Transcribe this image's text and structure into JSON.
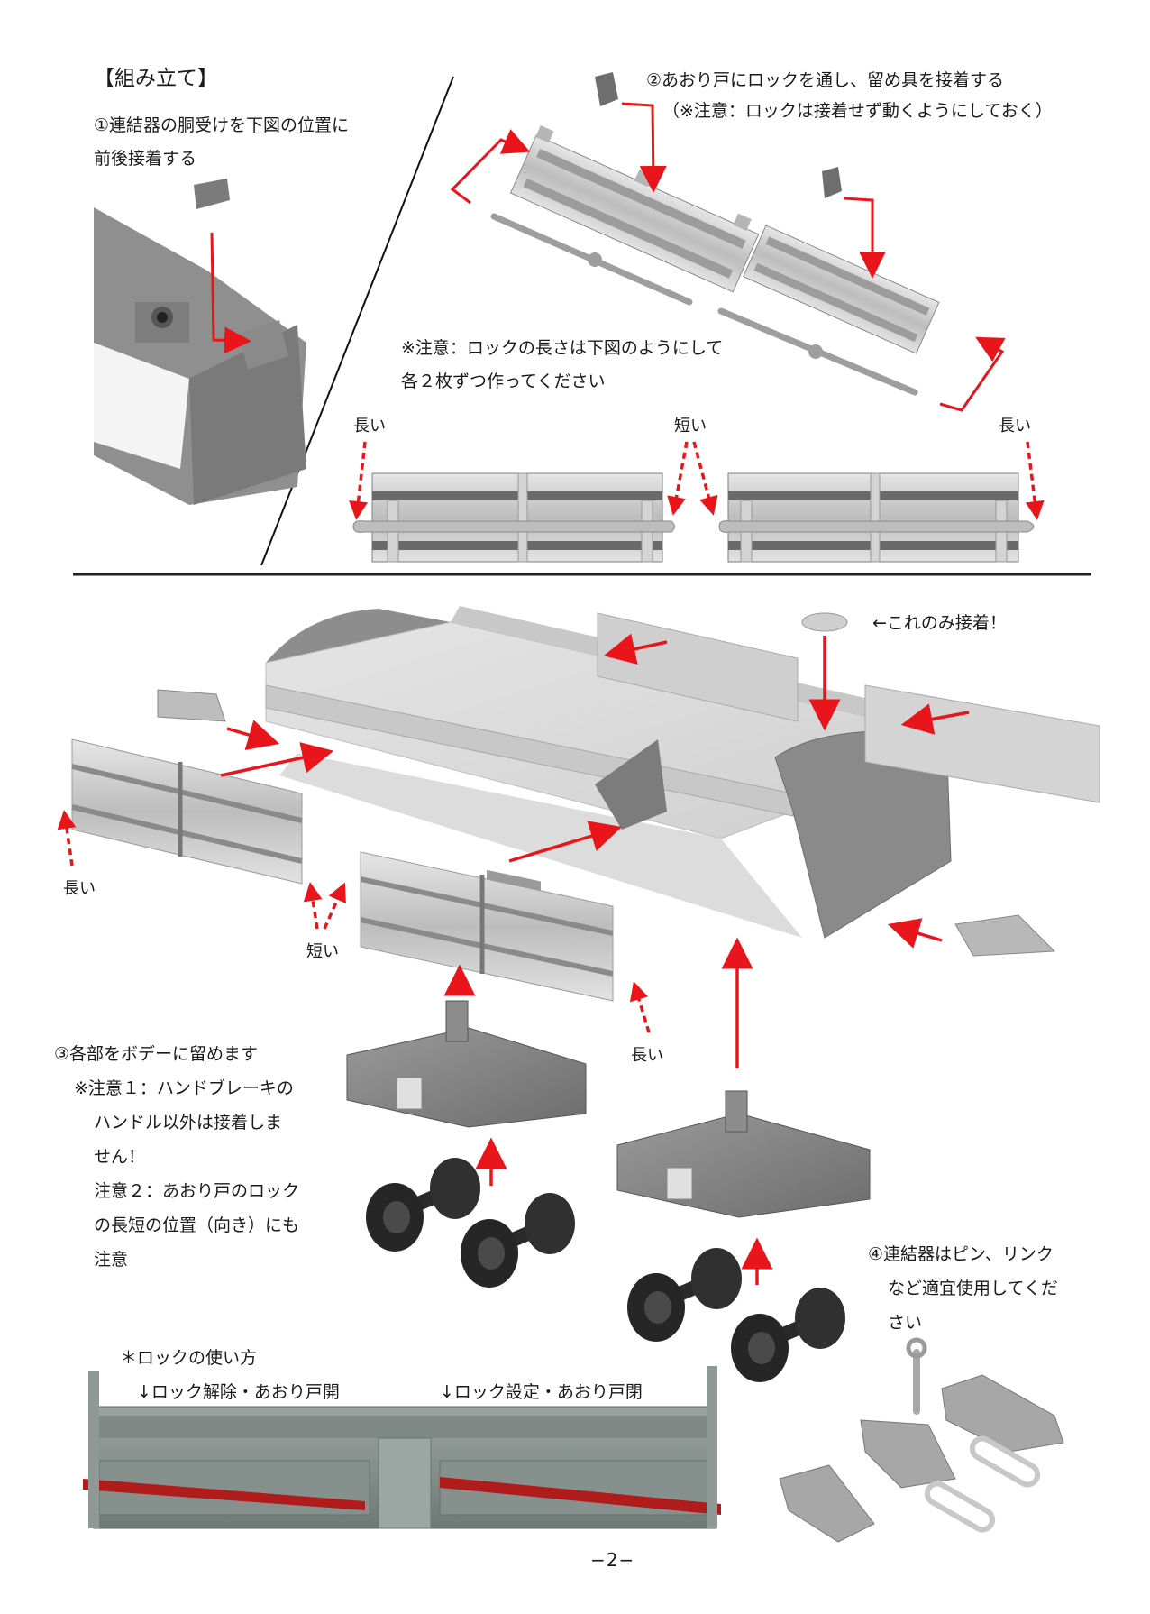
{
  "page": {
    "section_title": "【組み立て】",
    "page_number": "−2−"
  },
  "step1": {
    "lines": [
      "①連結器の胴受けを下図の位置に",
      "前後接着する"
    ]
  },
  "step2": {
    "heading": "②あおり戸にロックを通し、留め具を接着する",
    "note": "（※注意：ロックは接着せず動くようにしておく）",
    "length_note": [
      "※注意：ロックの長さは下図のようにして",
      "各２枚ずつ作ってください"
    ],
    "labels": {
      "long_left": "長い",
      "short_center": "短い",
      "long_right": "長い"
    }
  },
  "step3": {
    "lines": [
      "③各部をボデーに留めます",
      "※注意１：ハンドブレーキの",
      "ハンドル以外は接着しま",
      "せん！",
      "注意２：あおり戸のロック",
      "の長短の位置（向き）にも",
      "注意"
    ],
    "glue_only_label": "←これのみ接着！",
    "labels": {
      "long_left": "長い",
      "short_center": "短い",
      "long_right": "長い"
    }
  },
  "step4": {
    "lines": [
      "④連結器はピン、リンク",
      "など適宜使用してくだ",
      "さい"
    ]
  },
  "lock_usage": {
    "title": "＊ロックの使い方",
    "unlock_label": "↓ロック解除・あおり戸開",
    "lock_label": "↓ロック設定・あおり戸閉"
  },
  "colors": {
    "arrow_red": "#e8161b",
    "part_light_gray": "#d6d6d6",
    "part_mid_gray": "#8a8a8a",
    "part_dark_gray": "#5a5a5a",
    "wheel_black": "#262626",
    "lock_panel_green_gray": "#7f8c87",
    "lock_bar_red": "#b01c1c"
  }
}
